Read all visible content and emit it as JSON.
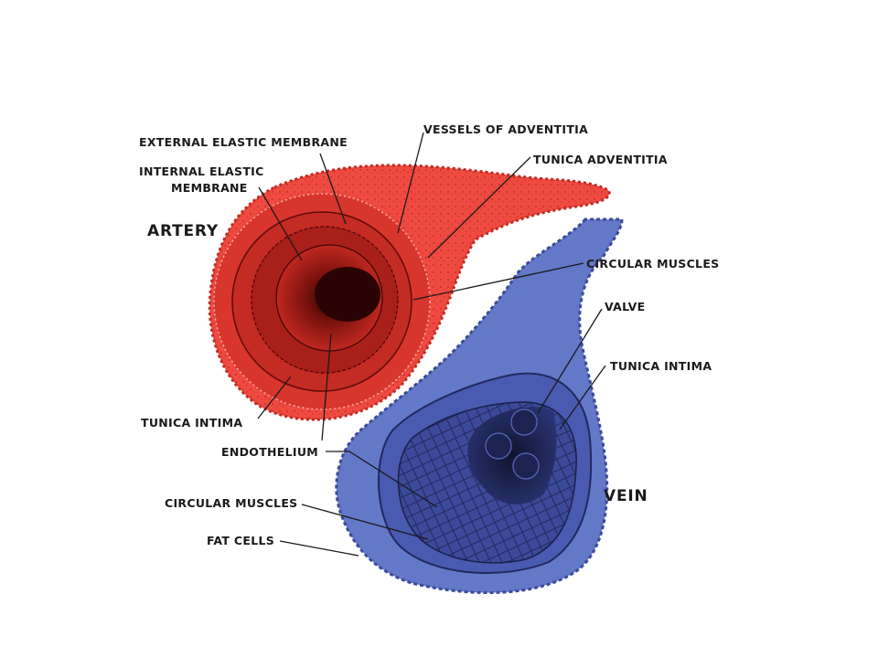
{
  "diagram": {
    "labels": {
      "external_elastic_membrane": "EXTERNAL ELASTIC MEMBRANE",
      "internal_elastic_line1": "INTERNAL ELASTIC",
      "internal_elastic_line2": "MEMBRANE",
      "artery": "ARTERY",
      "vessels_of_adventitia": "VESSELS OF ADVENTITIA",
      "tunica_adventitia": "TUNICA ADVENTITIA",
      "circular_muscles_artery": "CIRCULAR MUSCLES",
      "valve": "VALVE",
      "tunica_intima_vein": "TUNICA INTIMA",
      "tunica_intima_artery": "TUNICA INTIMA",
      "endothelium": "ENDOTHELIUM",
      "vein": "VEIN",
      "circular_muscles_vein": "CIRCULAR MUSCLES",
      "fat_cells": "FAT CELLS"
    },
    "colors": {
      "artery_outer": "#f0453e",
      "artery_mid": "#d42a22",
      "artery_inner": "#a81a14",
      "artery_lumen": "#3a0606",
      "vein_outer": "#6478c8",
      "vein_mid": "#4a5ab0",
      "vein_inner": "#2a3580",
      "vein_lumen": "#141a3a"
    }
  }
}
